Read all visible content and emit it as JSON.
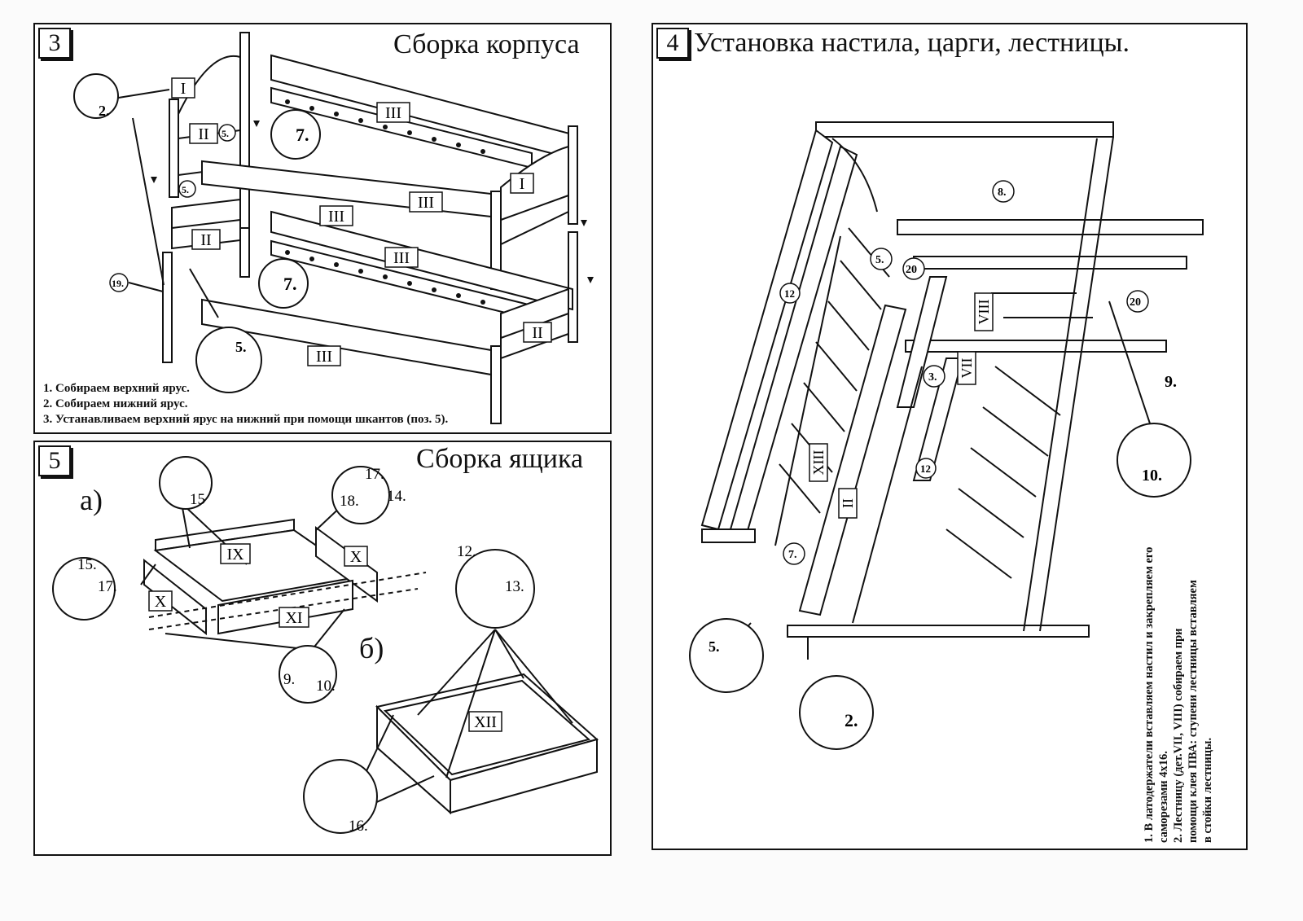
{
  "panel3": {
    "number": "3",
    "title": "Сборка корпуса",
    "labels": {
      "I": "I",
      "II": "II",
      "III": "III"
    },
    "callouts": {
      "c2": "2.",
      "c5": "5.",
      "c7": "7.",
      "c19": "19."
    },
    "notes": [
      "1. Собираем верхний ярус.",
      "2. Собираем нижний ярус.",
      "3. Устанавливаем верхний ярус на нижний при помощи шкантов (поз. 5)."
    ]
  },
  "panel5": {
    "number": "5",
    "title": "Сборка ящика",
    "sub_a": "а)",
    "sub_b": "б)",
    "labels": {
      "IX": "IX",
      "X": "X",
      "XI": "XI",
      "XII": "XII"
    },
    "callouts": {
      "c15": "15",
      "c15b": "15.",
      "c17": "17.",
      "c17b": "17.",
      "c18": "18.",
      "c14": "14.",
      "c9": "9.",
      "c10": "10.",
      "c12": "12.",
      "c13": "13.",
      "c16": "16."
    }
  },
  "panel4": {
    "number": "4",
    "title": "Установка настила, царги, лестницы.",
    "labels": {
      "II": "II",
      "VII": "VII",
      "VIII": "VIII",
      "XIII": "XIII"
    },
    "callouts": {
      "c2": "2.",
      "c3": "3.",
      "c5": "5.",
      "c5b": "5.",
      "c7": "7.",
      "c8": "8.",
      "c9": "9.",
      "c10": "10.",
      "c12": "12",
      "c12b": "12",
      "c20": "20",
      "c20b": "20"
    },
    "notes": [
      "1. В латодержатели  вставляем настил и закрепляем его",
      "    саморезами 4х16.",
      "2. Лестницу (дет.VII, VIII) собираем при",
      "    помощи клея ПВА: ступени лестницы вставляем",
      "    в стойки лестницы."
    ]
  }
}
